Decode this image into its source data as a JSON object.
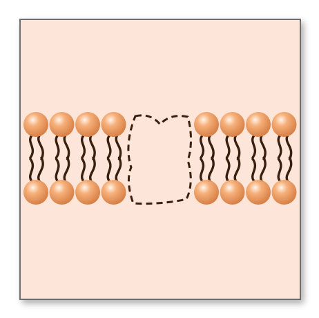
{
  "diagram": {
    "description_free": true,
    "colors": {
      "background": "#fde5d9",
      "frame_border": "#6e6e6e",
      "head_light": "#fff4ea",
      "head_mid": "#f6b07a",
      "head_dark": "#d67e44",
      "tail": "#3a1f0f",
      "channel_outline": "#3a1f0f"
    },
    "membrane": {
      "type": "phospholipid-bilayer",
      "left_group_count": 4,
      "right_group_count": 4,
      "leaflets": [
        "outer",
        "inner"
      ],
      "gap_feature": "protein-channel-outline",
      "channel_style": "dashed"
    }
  }
}
